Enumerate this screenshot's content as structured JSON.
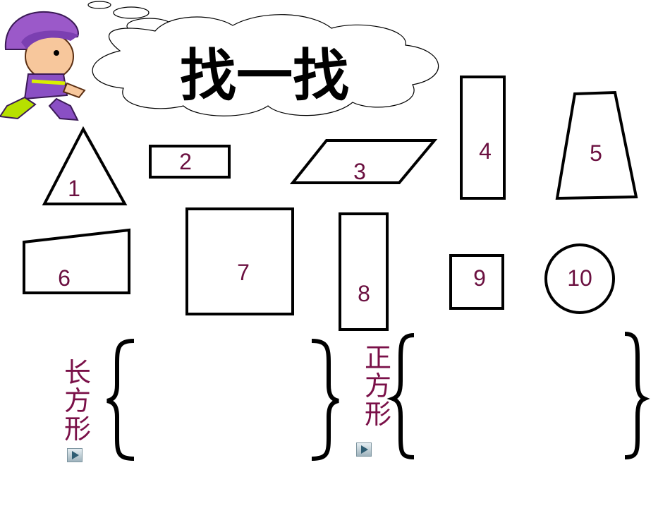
{
  "title": "找一找",
  "shapes": [
    {
      "id": "triangle",
      "number": "1"
    },
    {
      "id": "small-rectangle",
      "number": "2"
    },
    {
      "id": "parallelogram",
      "number": "3"
    },
    {
      "id": "tall-rectangle",
      "number": "4"
    },
    {
      "id": "trapezoid",
      "number": "5"
    },
    {
      "id": "right-trapezoid",
      "number": "6"
    },
    {
      "id": "large-square",
      "number": "7"
    },
    {
      "id": "narrow-rectangle",
      "number": "8"
    },
    {
      "id": "small-square",
      "number": "9"
    },
    {
      "id": "circle",
      "number": "10"
    }
  ],
  "groups": {
    "rectangle": {
      "label": "长方形",
      "chars": [
        "长",
        "方",
        "形"
      ]
    },
    "square": {
      "label": "正方形",
      "chars": [
        "正",
        "方",
        "形"
      ]
    }
  },
  "colors": {
    "number_text": "#6b1040",
    "label_text": "#7a1048",
    "outline": "#000000"
  },
  "icons": {
    "mascot": "cartoon-boy-icon",
    "cloud": "thought-cloud-icon",
    "play": "play-button-icon"
  }
}
